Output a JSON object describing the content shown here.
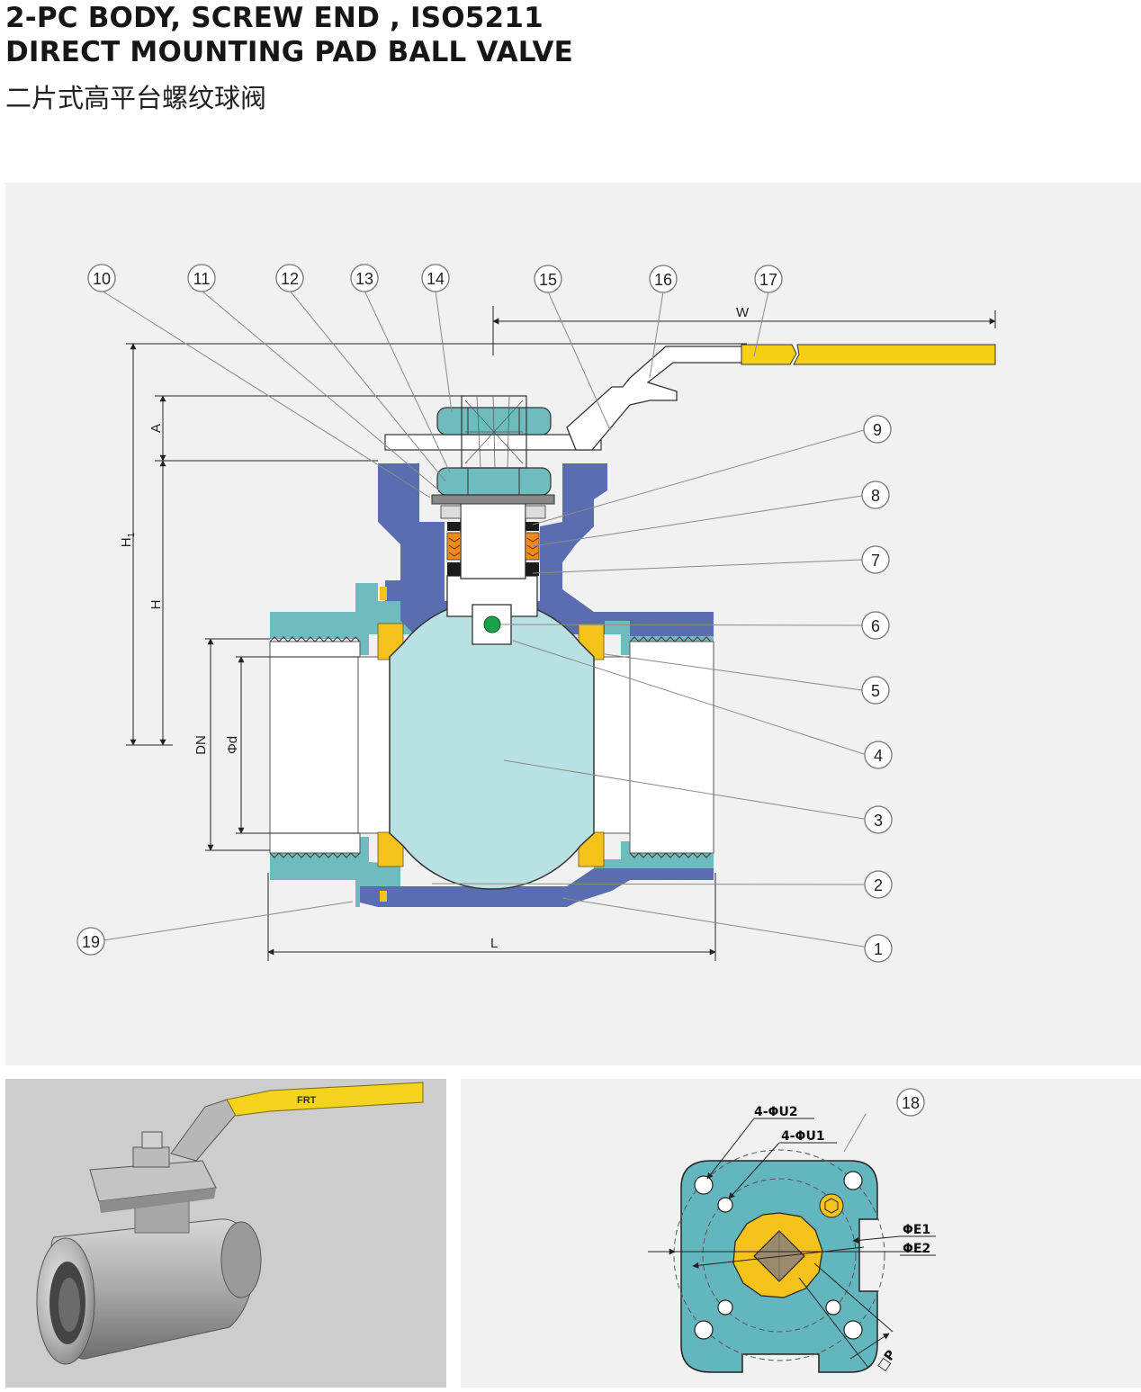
{
  "title": {
    "line1": "2-PC BODY, SCREW END , ISO5211",
    "line2": "DIRECT MOUNTING PAD BALL VALVE",
    "line3_cn": "二片式高平台螺纹球阀"
  },
  "drawing": {
    "callouts": [
      "10",
      "11",
      "12",
      "13",
      "14",
      "15",
      "16",
      "17",
      "9",
      "8",
      "7",
      "6",
      "5",
      "4",
      "3",
      "2",
      "1",
      "19"
    ],
    "dimensions": {
      "W": "W",
      "A": "A",
      "H1": "H",
      "H1_sub": "1",
      "H": "H",
      "DN": "DN",
      "d": "Φd",
      "L": "L"
    }
  },
  "mounting_pad": {
    "callout": "18",
    "labels": {
      "u2": "4-ΦU2",
      "u1": "4-ΦU1",
      "e1": "ΦE1",
      "e2": "ΦE2",
      "p": "□P"
    }
  },
  "photo": {
    "brand": "FRT"
  },
  "colors": {
    "body_blue": "#5a6db0",
    "end_teal": "#6fbcbf",
    "ball": "#b9e0e2",
    "seat_yellow": "#f4c21a",
    "handle_yellow": "#f6cf16",
    "packing_orange": "#f08a1e",
    "pin_green": "#1aa14a",
    "panel_bg": "#f1f1f1"
  }
}
